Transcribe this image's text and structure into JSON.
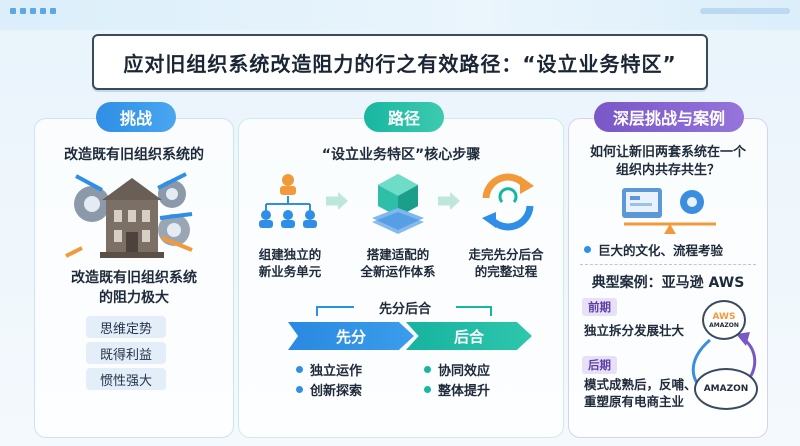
{
  "title": "应对旧组织系统改造阻力的行之有效路径：“设立业务特区”",
  "left": {
    "header": "挑战",
    "subtitle": "改造既有旧组织系统的",
    "icon": "building-gears-icon",
    "resistance_line1": "改造既有旧组织系统",
    "resistance_line2": "的阻力极大",
    "tags": [
      "思维定势",
      "既得利益",
      "惯性强大"
    ]
  },
  "middle": {
    "header": "路径",
    "subtitle": "“设立业务特区”核心步骤",
    "steps": [
      {
        "icon": "org-chart-icon",
        "line1": "组建独立的",
        "line2": "新业务单元"
      },
      {
        "icon": "cube-platform-icon",
        "line1": "搭建适配的",
        "line2": "全新运作体系"
      },
      {
        "icon": "cycle-arrows-icon",
        "line1": "走完先分后合",
        "line2": "的完整过程"
      }
    ],
    "bracket_label": "先分后合",
    "phase_a": {
      "label": "先分",
      "bullets": [
        "独立运作",
        "创新探索"
      ]
    },
    "phase_b": {
      "label": "后合",
      "bullets": [
        "协同效应",
        "整体提升"
      ]
    }
  },
  "right": {
    "header": "深层挑战与案例",
    "question_line1": "如何让新旧两套系统在一个",
    "question_line2": "组织内共存共生？",
    "icon": "balance-scale-icon",
    "challenge": "巨大的文化、流程考验",
    "case_title": "典型案例：亚马逊 AWS",
    "early_tag": "前期",
    "early_text": "独立拆分发展壮大",
    "late_tag": "后期",
    "late_text_line1": "模式成熟后，反哺、",
    "late_text_line2": "重塑原有电商主业",
    "aws_label": "AWS",
    "amazon_small": "AMAZON",
    "amazon_big": "AMAZON"
  },
  "colors": {
    "blue": "#2f8ee6",
    "green": "#18b6a0",
    "purple": "#7a57c7",
    "orange": "#f29a3a"
  }
}
